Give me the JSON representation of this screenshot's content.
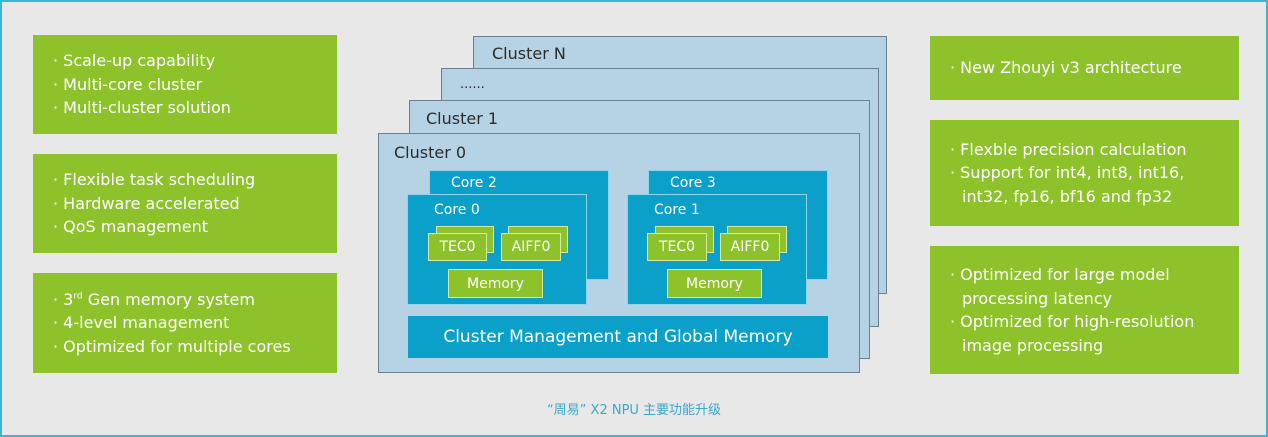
{
  "left_panels": [
    {
      "lines": [
        "· Scale-up capability",
        "· Multi-core cluster",
        "· Multi-cluster solution"
      ]
    },
    {
      "lines": [
        "· Flexible task scheduling",
        "· Hardware accelerated",
        "· QoS management"
      ]
    },
    {
      "lines_rich": {
        "bullet": "· 3",
        "sup": "rd",
        "rest": " Gen memory system"
      },
      "lines": [
        "· 4-level management",
        "· Optimized for multiple cores"
      ]
    }
  ],
  "right_panels": [
    {
      "lines": [
        "· New Zhouyi v3 architecture"
      ]
    },
    {
      "lines": [
        "· Flexble precision calculation",
        "· Support for int4, int8, int16,",
        "int32, fp16, bf16 and fp32"
      ]
    },
    {
      "lines": [
        "· Optimized for large model",
        "processing latency",
        "· Optimized for high-resolution",
        "image processing"
      ]
    }
  ],
  "diagram": {
    "clusters": [
      "Cluster N",
      "......",
      "Cluster 1",
      "Cluster 0"
    ],
    "cores": {
      "back_left": "Core 2",
      "front_left": "Core 0",
      "back_right": "Core 3",
      "front_right": "Core 1"
    },
    "units": {
      "tec": "TEC0",
      "aiff": "AIFF0",
      "memory": "Memory"
    },
    "global": "Cluster Management and Global Memory"
  },
  "caption": "“周易” X2 NPU 主要功能升级",
  "colors": {
    "green": "#8dc22a",
    "core_blue": "#0aa0c9",
    "cluster_blue": "#b6d2e5",
    "border_cyan": "#3bb5d4"
  }
}
